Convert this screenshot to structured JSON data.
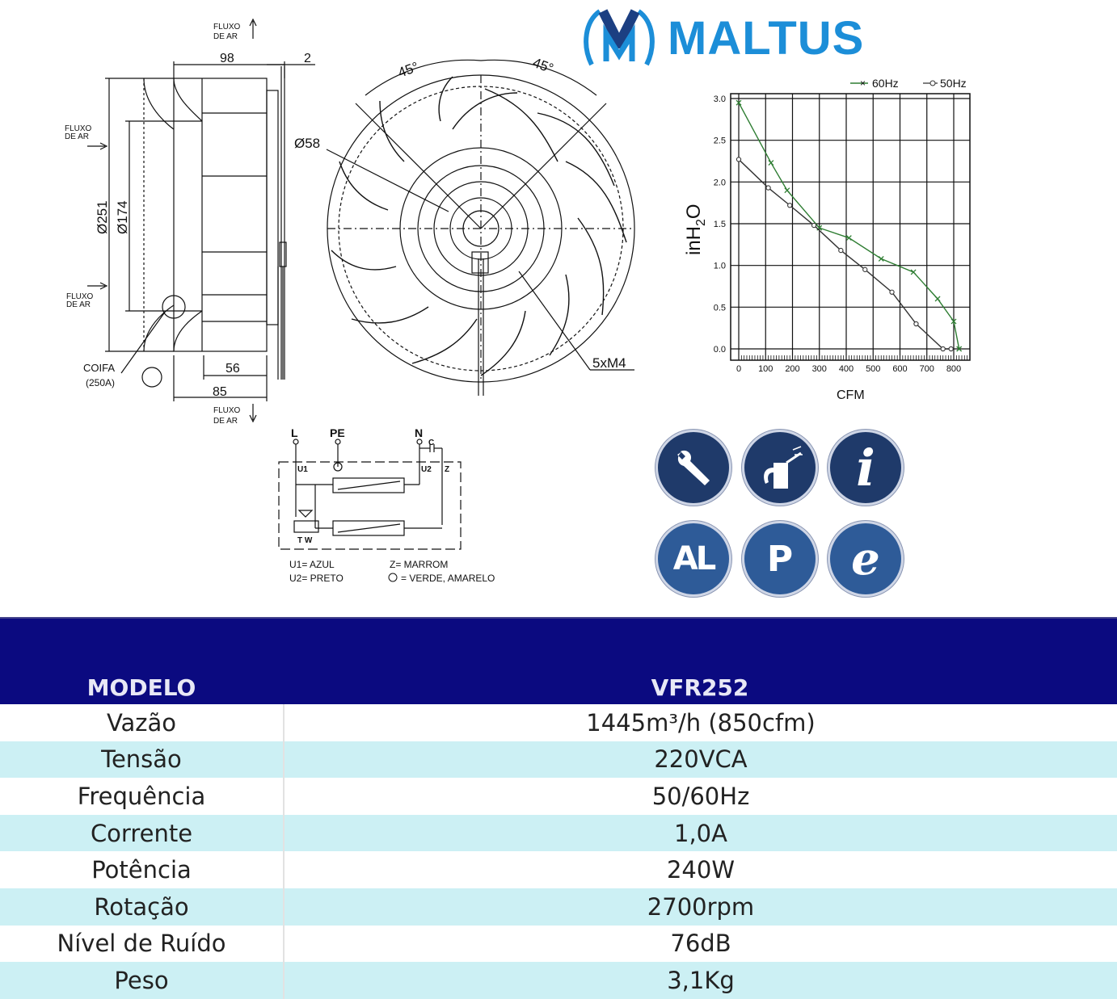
{
  "brand": {
    "name": "MALTUS",
    "color": "#1c8ed8"
  },
  "dimension_drawing": {
    "airflow_label_line1": "FLUXO",
    "airflow_label_line2": "DE AR",
    "dim_98": "98",
    "dim_2": "2",
    "dim_251": "Ø251",
    "dim_174": "Ø174",
    "dim_56": "56",
    "dim_85": "85",
    "coifa_label": "COIFA",
    "coifa_sub": "(250A)"
  },
  "front_view": {
    "angle_left": "45°",
    "angle_right": "45°",
    "hub_dim": "Ø58",
    "mount_label": "5xM4"
  },
  "wiring": {
    "terminal_l": "L",
    "terminal_pe": "PE",
    "terminal_n": "N",
    "terminal_c": "C",
    "terminal_u1": "U1",
    "terminal_u2": "U2",
    "terminal_z": "Z",
    "thermal_label": "T W",
    "legend_u1": "U1= AZUL",
    "legend_u2": "U2= PRETO",
    "legend_z": "Z= MARROM",
    "legend_pe": "= VERDE, AMARELO"
  },
  "chart_data": {
    "type": "line",
    "xlabel": "CFM",
    "ylabel": "inH2O",
    "ylabel_main": "inH",
    "ylabel_sub": "2",
    "ylabel_end": "O",
    "xlim": [
      0,
      850
    ],
    "ylim": [
      0,
      3
    ],
    "x_ticks": [
      "0",
      "100",
      "200",
      "300",
      "400",
      "500",
      "600",
      "700",
      "800"
    ],
    "y_ticks": [
      "0.0",
      "0.5",
      "1.0",
      "1.5",
      "2.0",
      "2.5",
      "3.0"
    ],
    "grid": true,
    "legend_position": "top-right",
    "series": [
      {
        "name": "60Hz",
        "marker": "x",
        "color": "#2e7d32",
        "x": [
          0,
          120,
          180,
          300,
          410,
          530,
          650,
          740,
          800,
          820
        ],
        "y": [
          2.95,
          2.23,
          1.9,
          1.45,
          1.33,
          1.08,
          0.92,
          0.6,
          0.33,
          0.0
        ]
      },
      {
        "name": "50Hz",
        "marker": "o",
        "color": "#333333",
        "x": [
          0,
          110,
          190,
          280,
          380,
          470,
          570,
          660,
          760,
          790
        ],
        "y": [
          2.27,
          1.93,
          1.72,
          1.48,
          1.18,
          0.95,
          0.68,
          0.3,
          0.0,
          0.0
        ]
      }
    ]
  },
  "icons": [
    {
      "name": "wrench-icon",
      "label": ""
    },
    {
      "name": "oil-can-icon",
      "label": ""
    },
    {
      "name": "info-icon",
      "label": "i"
    },
    {
      "name": "aluminum-icon",
      "label": "AL"
    },
    {
      "name": "p-icon",
      "label": "P"
    },
    {
      "name": "e-icon",
      "label": "e"
    }
  ],
  "table": {
    "header_label": "MODELO",
    "header_value": "VFR252",
    "rows": [
      {
        "label": "Vazão",
        "value": "1445m³/h (850cfm)"
      },
      {
        "label": "Tensão",
        "value": "220VCA"
      },
      {
        "label": "Frequência",
        "value": "50/60Hz"
      },
      {
        "label": "Corrente",
        "value": "1,0A"
      },
      {
        "label": "Potência",
        "value": "240W"
      },
      {
        "label": "Rotação",
        "value": "2700rpm"
      },
      {
        "label": "Nível de Ruído",
        "value": "76dB"
      },
      {
        "label": "Peso",
        "value": "3,1Kg"
      }
    ]
  }
}
